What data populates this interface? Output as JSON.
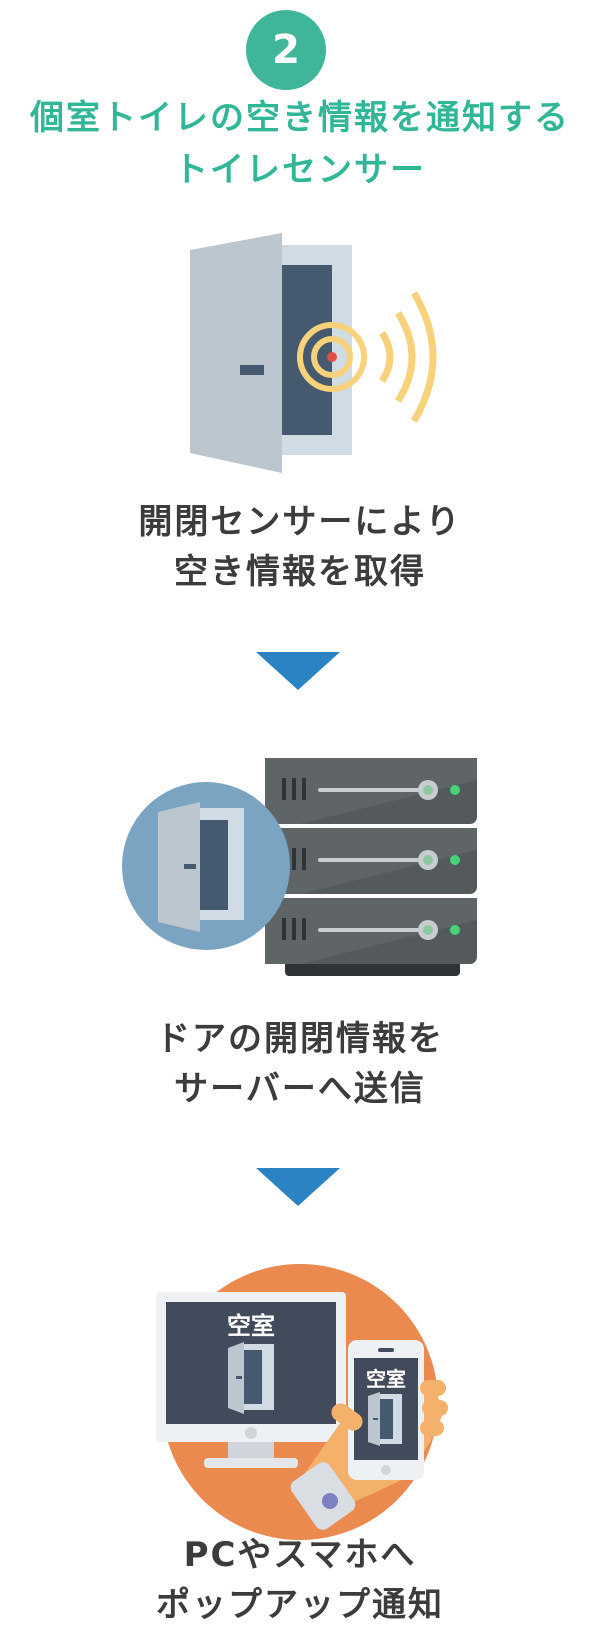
{
  "step": {
    "number": "2"
  },
  "title": {
    "line1": "個室トイレの空き情報を通知する",
    "line2": "トイレセンサー"
  },
  "steps": [
    {
      "caption_line1": "開閉センサーにより",
      "caption_line2": "空き情報を取得"
    },
    {
      "caption_line1": "ドアの開閉情報を",
      "caption_line2": "サーバーへ送信"
    },
    {
      "caption_line1": "PCやスマホへ",
      "caption_line2": "ポップアップ通知"
    }
  ],
  "screens": {
    "pc_label": "空室",
    "phone_label": "空室"
  },
  "colors": {
    "accent": "#32b698",
    "arrow": "#2b83c4",
    "orange": "#ea8a4f"
  }
}
